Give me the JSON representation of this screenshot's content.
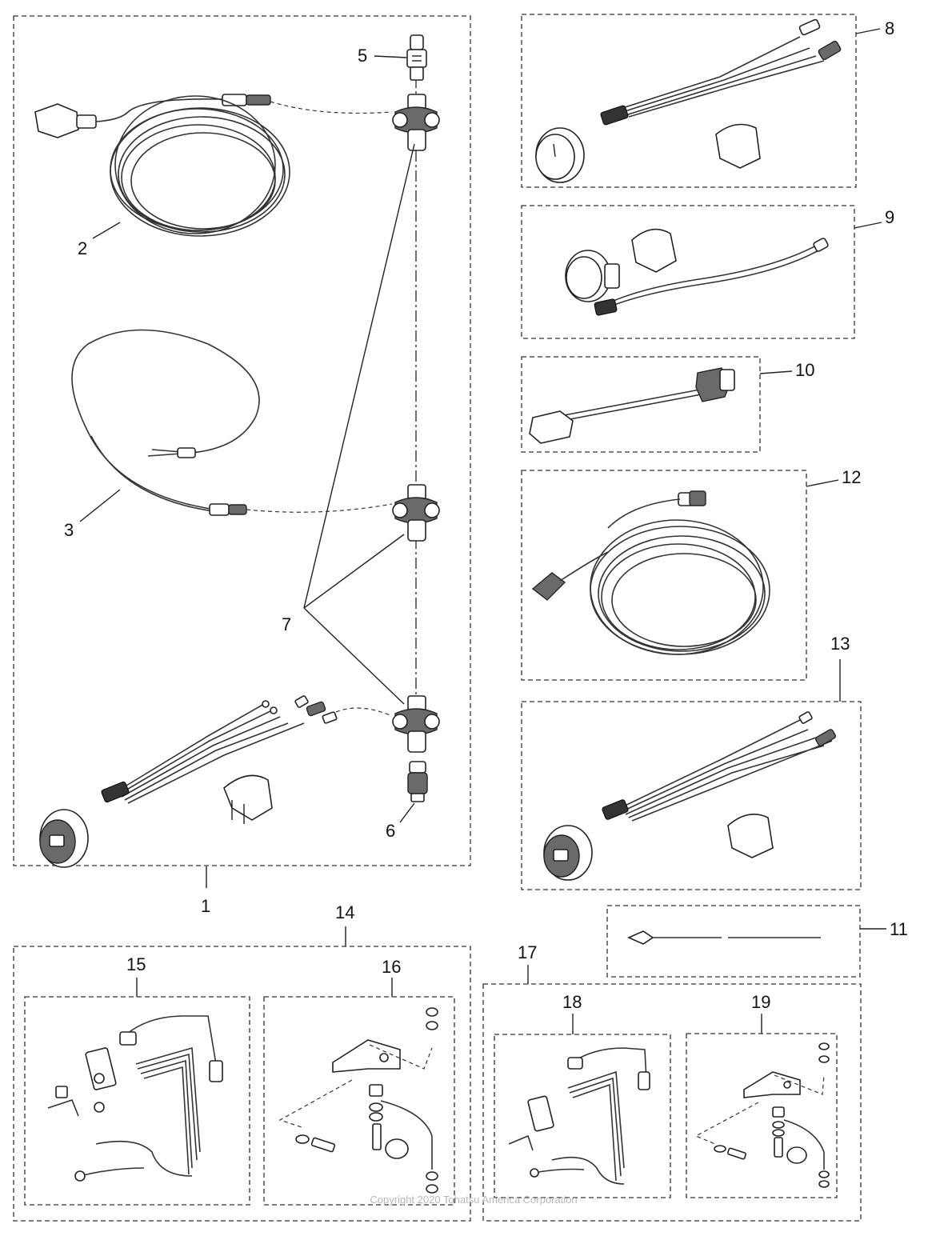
{
  "callouts": {
    "c1": "1",
    "c2": "2",
    "c3": "3",
    "c5": "5",
    "c6": "6",
    "c7": "7",
    "c8": "8",
    "c9": "9",
    "c10": "10",
    "c11": "11",
    "c12": "12",
    "c13": "13",
    "c14": "14",
    "c15": "15",
    "c16": "16",
    "c17": "17",
    "c18": "18",
    "c19": "19"
  },
  "copyright": "Copyright 2020 Tohatsu America Corporation"
}
